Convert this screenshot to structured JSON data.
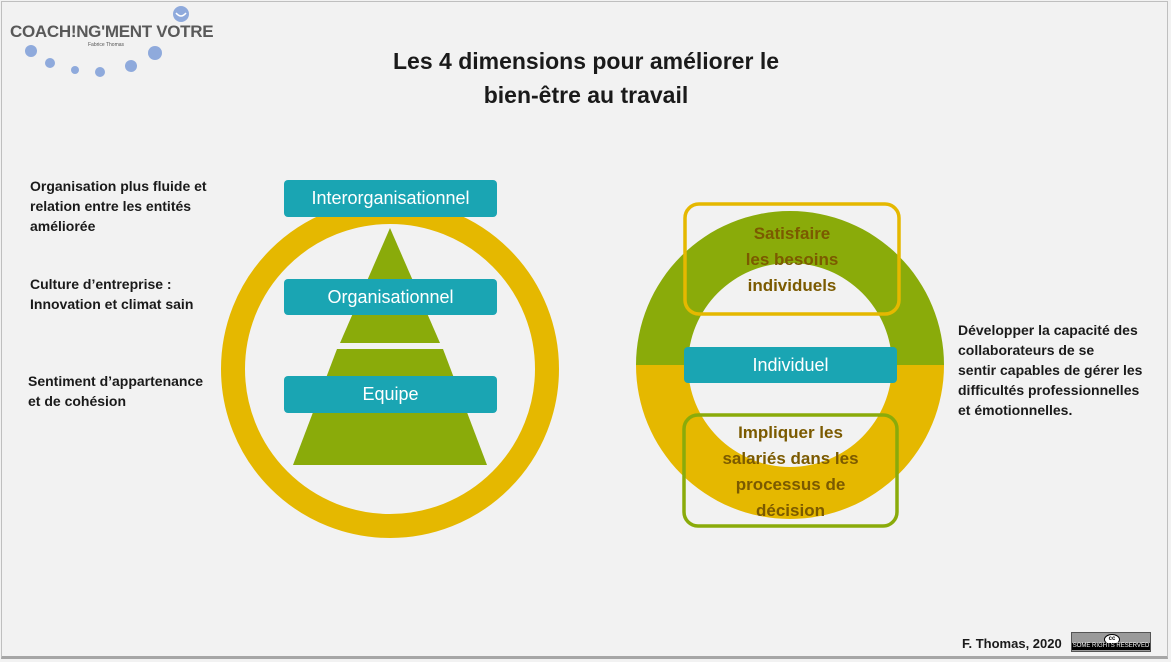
{
  "logo": {
    "name": "COACH!NG'MENT VOTRE",
    "subtitle": "Fabrice Thomas"
  },
  "title": [
    "Les 4 dimensions pour améliorer le",
    "bien-être au travail"
  ],
  "left_notes": [
    [
      "Organisation plus fluide et",
      "relation entre les entités",
      "améliorée"
    ],
    [
      "Culture d’entreprise :",
      "Innovation et climat sain"
    ],
    [
      "Sentiment d’appartenance",
      "et de cohésion"
    ]
  ],
  "pyramid_levels": [
    "Interorganisationnel",
    "Organisationnel",
    "Equipe"
  ],
  "ring": {
    "center_label": "Individuel",
    "top_text": [
      "Satisfaire",
      "les besoins",
      "individuels"
    ],
    "bottom_text": [
      "Impliquer les",
      "salariés dans les",
      "processus de",
      "décision"
    ]
  },
  "right_note": [
    "Développer la capacité des",
    "collaborateurs de se",
    "sentir capables de gérer les",
    "difficultés professionnelles",
    "et émotionnelles."
  ],
  "footer": {
    "author": "F. Thomas, 2020",
    "license": "SOME RIGHTS RESERVED",
    "license_icon": "cc"
  },
  "colors": {
    "teal": "#1aa5b3",
    "yellow": "#e5b800",
    "green": "#8aab0a",
    "dot": "#8faadc"
  }
}
